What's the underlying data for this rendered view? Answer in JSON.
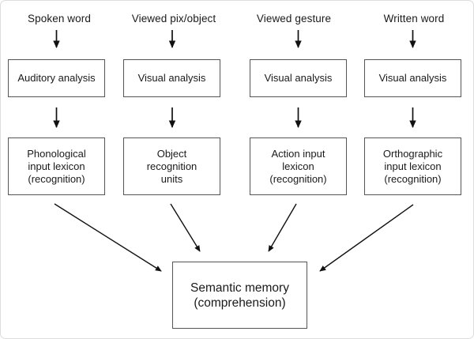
{
  "figure": {
    "columns": [
      {
        "stimulus": "Spoken word",
        "analysis": "Auditory analysis",
        "lexicon": "Phonological\ninput lexicon\n(recognition)"
      },
      {
        "stimulus": "Viewed pix/object",
        "analysis": "Visual analysis",
        "lexicon": "Object\nrecognition\nunits"
      },
      {
        "stimulus": "Viewed gesture",
        "analysis": "Visual analysis",
        "lexicon": "Action input\nlexicon\n(recognition)"
      },
      {
        "stimulus": "Written word",
        "analysis": "Visual analysis",
        "lexicon": "Orthographic\ninput lexicon\n(recognition)"
      }
    ],
    "output_box": "Semantic memory\n(comprehension)",
    "colors": {
      "background": "#ffffff",
      "box_border": "#555555",
      "text": "#1a1a1a",
      "arrow": "#111111"
    }
  }
}
